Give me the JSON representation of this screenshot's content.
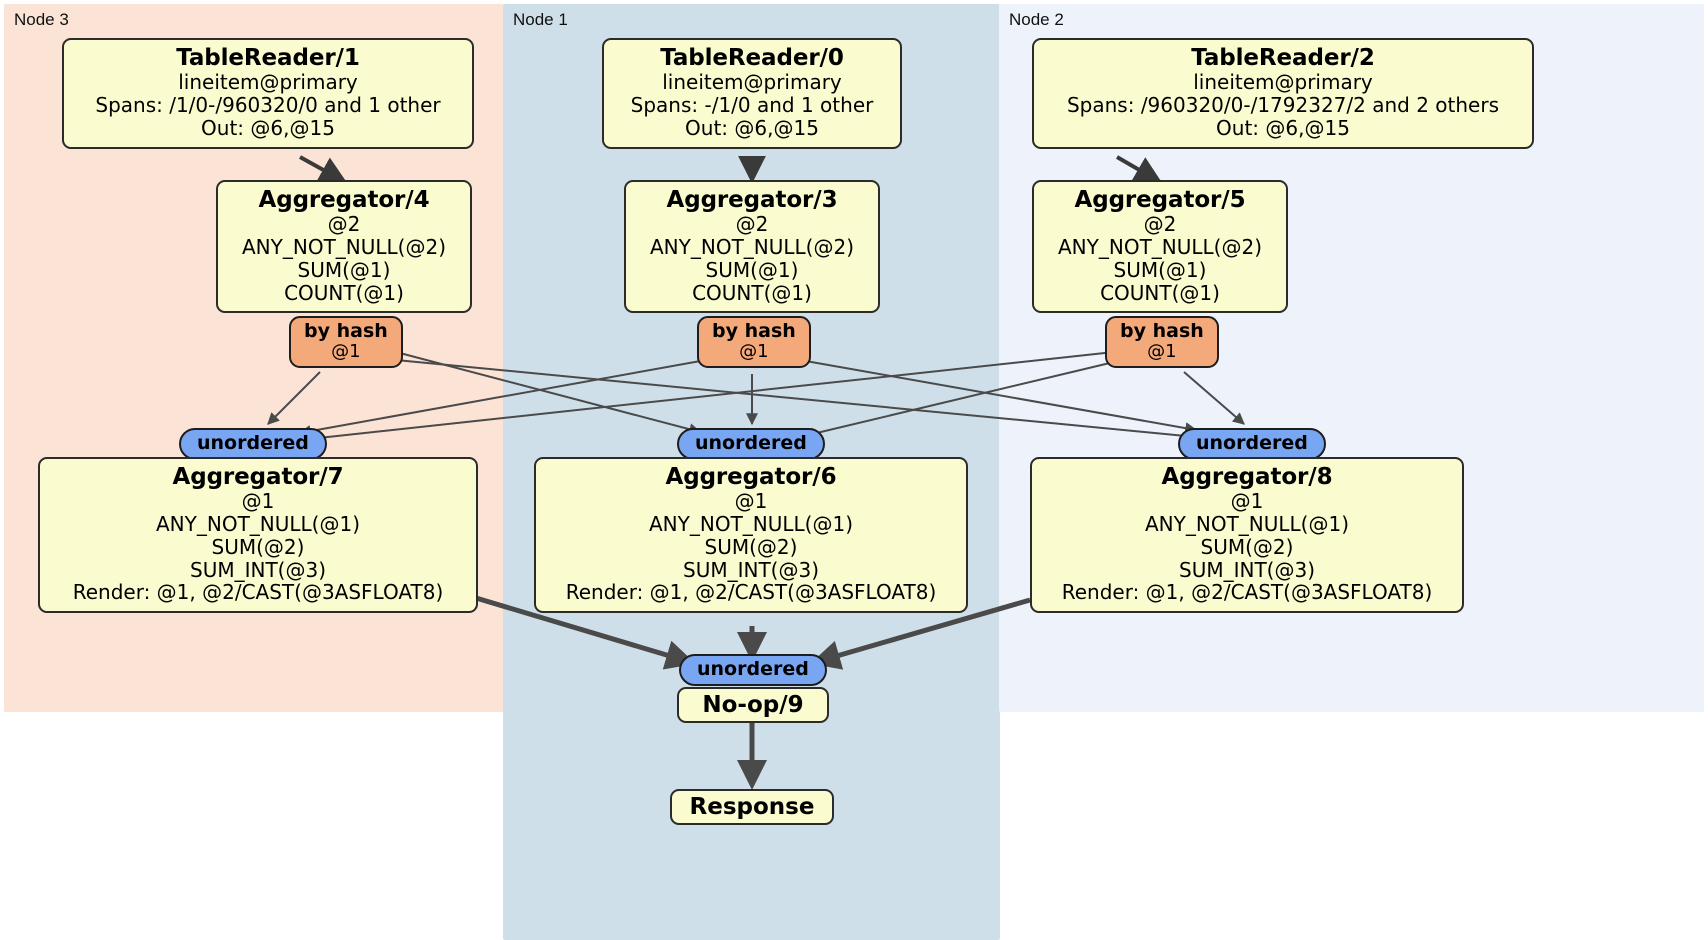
{
  "diagram": {
    "type": "distributed-query-plan",
    "colors": {
      "node3_panel": "#fbe3d5",
      "node1_panel": "#cfdfe9",
      "node2_panel": "#edf2fb",
      "processor_box": "#fbfbd0",
      "by_hash_badge": "#f4a97a",
      "unordered_badge": "#79a6f2",
      "edge": "#3a3a3a"
    }
  },
  "panels": [
    {
      "label": "Node 3"
    },
    {
      "label": "Node 1"
    },
    {
      "label": "Node 2"
    }
  ],
  "table_readers": [
    {
      "title": "TableReader/1",
      "lines": [
        "lineitem@primary",
        "Spans: /1/0-/960320/0 and 1 other",
        "Out: @6,@15"
      ]
    },
    {
      "title": "TableReader/0",
      "lines": [
        "lineitem@primary",
        "Spans: -/1/0 and 1 other",
        "Out: @6,@15"
      ]
    },
    {
      "title": "TableReader/2",
      "lines": [
        "lineitem@primary",
        "Spans: /960320/0-/1792327/2 and 2 others",
        "Out: @6,@15"
      ]
    }
  ],
  "local_aggregators": [
    {
      "title": "Aggregator/4",
      "lines": [
        "@2",
        "ANY_NOT_NULL(@2)",
        "SUM(@1)",
        "COUNT(@1)"
      ]
    },
    {
      "title": "Aggregator/3",
      "lines": [
        "@2",
        "ANY_NOT_NULL(@2)",
        "SUM(@1)",
        "COUNT(@1)"
      ]
    },
    {
      "title": "Aggregator/5",
      "lines": [
        "@2",
        "ANY_NOT_NULL(@2)",
        "SUM(@1)",
        "COUNT(@1)"
      ]
    }
  ],
  "hash_routers": [
    {
      "title": "by hash",
      "sub": "@1"
    },
    {
      "title": "by hash",
      "sub": "@1"
    },
    {
      "title": "by hash",
      "sub": "@1"
    }
  ],
  "unordered_synchronizers": [
    {
      "label": "unordered"
    },
    {
      "label": "unordered"
    },
    {
      "label": "unordered"
    },
    {
      "label": "unordered"
    }
  ],
  "final_aggregators": [
    {
      "title": "Aggregator/7",
      "lines": [
        "@1",
        "ANY_NOT_NULL(@1)",
        "SUM(@2)",
        "SUM_INT(@3)",
        "Render: @1, @2/CAST(@3ASFLOAT8)"
      ]
    },
    {
      "title": "Aggregator/6",
      "lines": [
        "@1",
        "ANY_NOT_NULL(@1)",
        "SUM(@2)",
        "SUM_INT(@3)",
        "Render: @1, @2/CAST(@3ASFLOAT8)"
      ]
    },
    {
      "title": "Aggregator/8",
      "lines": [
        "@1",
        "ANY_NOT_NULL(@1)",
        "SUM(@2)",
        "SUM_INT(@3)",
        "Render: @1, @2/CAST(@3ASFLOAT8)"
      ]
    }
  ],
  "noop": {
    "title": "No-op/9"
  },
  "response": {
    "title": "Response"
  }
}
